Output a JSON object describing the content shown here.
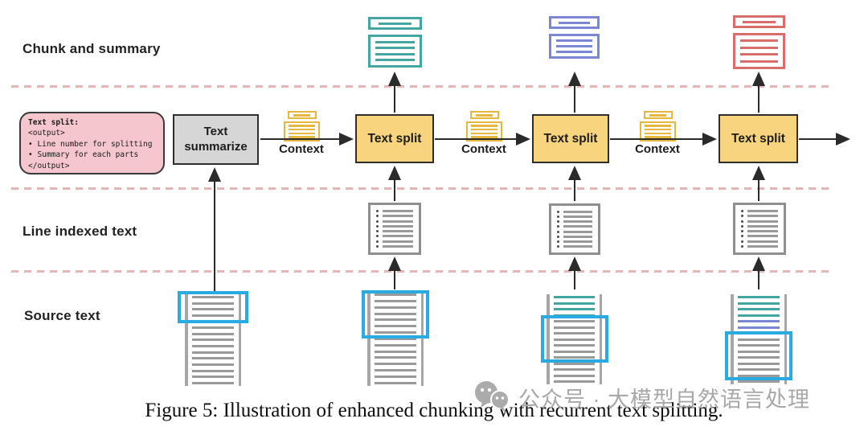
{
  "figure": {
    "caption": "Figure 5: Illustration of enhanced chunking with recurrent text splitting.",
    "watermark_text": "公众号 · 大模型自然语言处理"
  },
  "row_labels": {
    "chunk_and_summary": "Chunk and summary",
    "line_indexed_text": "Line indexed text",
    "source_text": "Source text"
  },
  "prompt_box": {
    "title": "Text split:",
    "line1": "<output>",
    "line2": "• Line number for splitting",
    "line3": "• Summary for each parts",
    "line4": "</output>"
  },
  "nodes": {
    "text_summarize": "Text summarize",
    "text_split": "Text split",
    "context": "Context"
  },
  "colors": {
    "teal_chunk": "#43a79f",
    "blue_chunk": "#7b87d3",
    "red_chunk": "#d76d6d",
    "yellow_context_icon": "#e7b83f",
    "split_box_fill": "#f8d47e",
    "summarize_box_fill": "#d6d6d6",
    "prompt_box_fill": "#f5c6cd",
    "highlight_blue": "#29abe2",
    "dashed_separator_pink": "#e4b6b6",
    "doc_line_gray": "#9a9a9a"
  },
  "icons": {
    "watermark_icon": "wechat-icon",
    "top_row": [
      "teal-chunk-document-icon",
      "blue-chunk-document-icon",
      "red-chunk-document-icon"
    ],
    "context_icon": "yellow-context-document-icon",
    "middle_row_icon": "line-indexed-document-icon",
    "bottom_row_icon": "source-text-document-icon"
  }
}
